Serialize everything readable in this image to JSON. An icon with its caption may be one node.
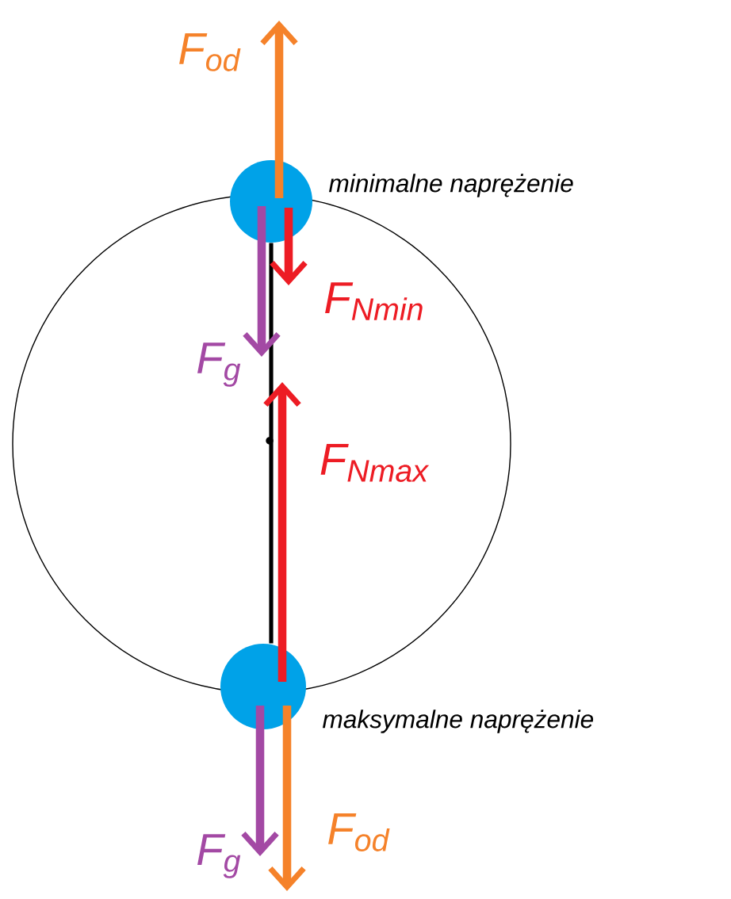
{
  "diagram": {
    "nodes": [
      {
        "text": [],
        "shape": "circle",
        "beside": [
          "minimalne naprężenie"
        ]
      },
      {
        "text": [],
        "shape": "circle",
        "beside": [
          "maksymalne naprężenie"
        ]
      }
    ],
    "edges": [
      {
        "from": 0,
        "to": 1,
        "arrow": "none"
      }
    ],
    "labels": [
      "F$_{od}$",
      "F$_{Nmin}$",
      "F$_{g}$",
      "F$_{Nmax}$",
      "F$_{g}$",
      "F$_{od}$"
    ]
  }
}
